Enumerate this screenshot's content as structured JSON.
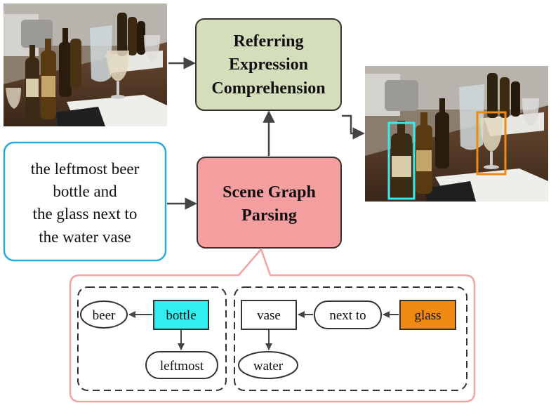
{
  "top_box": {
    "line1": "Referring",
    "line2": "Expression",
    "line3": "Comprehension"
  },
  "parse_box": {
    "line1": "Scene Graph",
    "line2": "Parsing"
  },
  "query_box": {
    "line1": "the leftmost beer",
    "line2": "bottle and",
    "line3": "the glass next to",
    "line4": "the water vase"
  },
  "graph": {
    "left": {
      "beer": "beer",
      "bottle": "bottle",
      "leftmost": "leftmost"
    },
    "right": {
      "vase": "vase",
      "next_to": "next to",
      "glass": "glass",
      "water": "water"
    }
  },
  "colors": {
    "top_box_fill": "#d5deba",
    "parse_box_fill": "#f49ea0",
    "query_border": "#27a9e1",
    "bottle_fill": "#33eeee",
    "glass_fill": "#f08a12",
    "callout_border": "#f0a4a4",
    "arrow": "#444444"
  },
  "images": {
    "input_photo": "restaurant-table-with-beer-bottles-photo",
    "output_photo": "restaurant-table-with-detected-bottle-and-glass-photo"
  }
}
